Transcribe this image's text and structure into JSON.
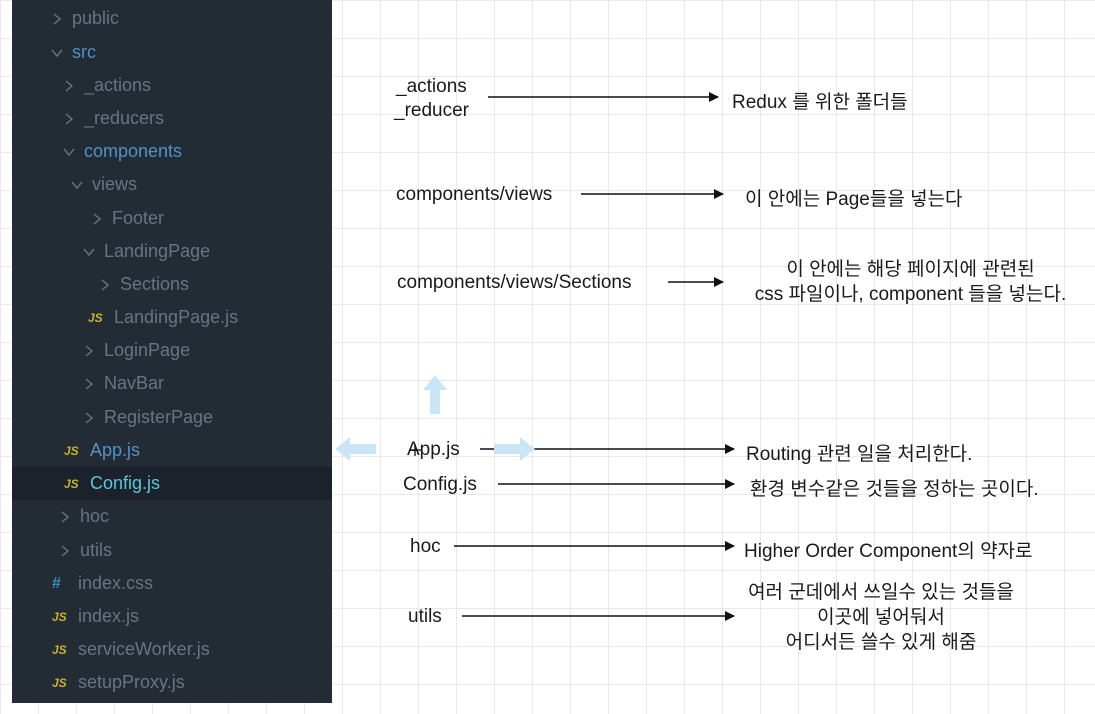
{
  "explorer": {
    "items": [
      {
        "label": "public",
        "type": "folder",
        "open": false
      },
      {
        "label": "src",
        "type": "folder",
        "open": true
      },
      {
        "label": "_actions",
        "type": "folder",
        "open": false
      },
      {
        "label": "_reducers",
        "type": "folder",
        "open": false
      },
      {
        "label": "components",
        "type": "folder",
        "open": true
      },
      {
        "label": "views",
        "type": "folder",
        "open": true
      },
      {
        "label": "Footer",
        "type": "folder",
        "open": false
      },
      {
        "label": "LandingPage",
        "type": "folder",
        "open": true
      },
      {
        "label": "Sections",
        "type": "folder",
        "open": false
      },
      {
        "label": "LandingPage.js",
        "type": "js"
      },
      {
        "label": "LoginPage",
        "type": "folder",
        "open": false
      },
      {
        "label": "NavBar",
        "type": "folder",
        "open": false
      },
      {
        "label": "RegisterPage",
        "type": "folder",
        "open": false
      },
      {
        "label": "App.js",
        "type": "js"
      },
      {
        "label": "Config.js",
        "type": "js",
        "selected": true
      },
      {
        "label": "hoc",
        "type": "folder",
        "open": false
      },
      {
        "label": "utils",
        "type": "folder",
        "open": false
      },
      {
        "label": "index.css",
        "type": "css"
      },
      {
        "label": "index.js",
        "type": "js"
      },
      {
        "label": "serviceWorker.js",
        "type": "js"
      },
      {
        "label": "setupProxy.js",
        "type": "js"
      }
    ],
    "js_badge": "JS",
    "css_badge": "#"
  },
  "diagram": {
    "actions_label": "_actions",
    "reducer_label": "_reducer",
    "actions_desc": "Redux 를 위한 폴더들",
    "views_label": "components/views",
    "views_desc": "이 안에는 Page들을 넣는다",
    "sections_label": "components/views/Sections",
    "sections_desc_line1": "이 안에는 해당 페이지에 관련된",
    "sections_desc_line2": "css 파일이나, component 들을 넣는다.",
    "app_label": "App.js",
    "app_desc": "Routing 관련 일을 처리한다.",
    "config_label": "Config.js",
    "config_desc": "환경 변수같은 것들을 정하는 곳이다.",
    "hoc_label": "hoc",
    "hoc_desc": "Higher Order Component의 약자로",
    "utils_label": "utils",
    "utils_desc_line1": "여러 군데에서 쓰일수 있는 것들을",
    "utils_desc_line2": "이곳에 넣어둬서",
    "utils_desc_line3": "어디서든 쓸수 있게 해줌"
  },
  "colors": {
    "sidebar_bg": "#232b35",
    "move_cursor": "#c9e6f7"
  }
}
